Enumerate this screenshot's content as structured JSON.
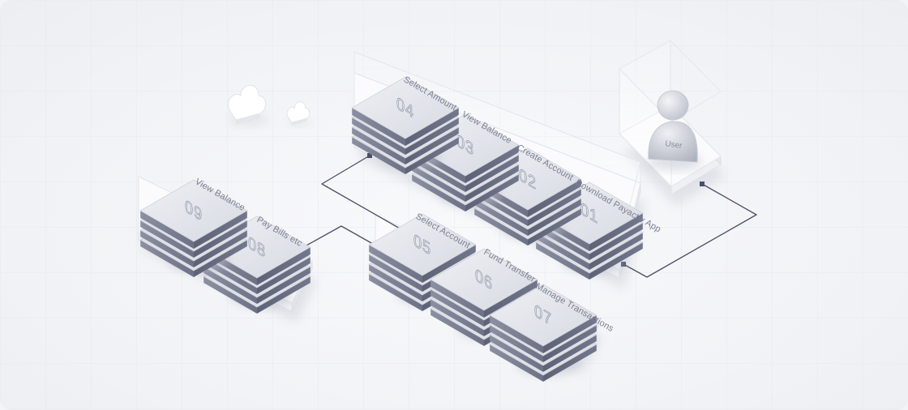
{
  "diagram": {
    "nodes": [
      {
        "id": "01",
        "label": "Download Payactiv App"
      },
      {
        "id": "02",
        "label": "Create Account"
      },
      {
        "id": "03",
        "label": "View Balance"
      },
      {
        "id": "04",
        "label": "Select Amount"
      },
      {
        "id": "05",
        "label": "Select Account"
      },
      {
        "id": "06",
        "label": "Fund Transfer"
      },
      {
        "id": "07",
        "label": "Manage Transactions"
      },
      {
        "id": "08",
        "label": "Pay Bills etc"
      },
      {
        "id": "09",
        "label": "View Balance"
      }
    ],
    "user": {
      "label": "User",
      "icon": "user-icon"
    },
    "decorations": [
      "cloud-icon",
      "cloud-icon"
    ],
    "colors": {
      "background": "#f3f4f7",
      "connector": "#4a4f68",
      "server_top": "#dfe1e8",
      "server_side": "#6e7286"
    }
  }
}
